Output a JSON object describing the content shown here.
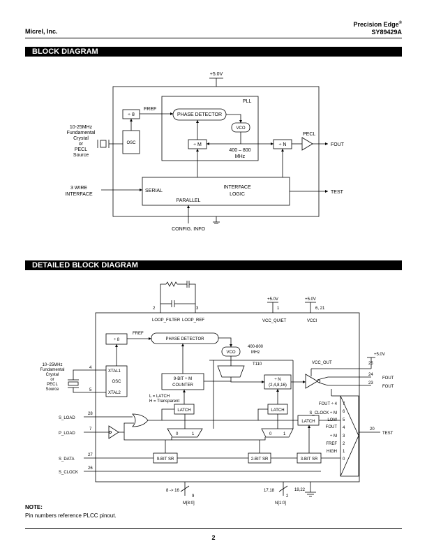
{
  "header": {
    "company": "Micrel, Inc.",
    "product_line": "Precision Edge",
    "registered_mark": "®",
    "part_number": "SY89429A"
  },
  "sections": {
    "block_title": "BLOCK DIAGRAM",
    "detailed_title": "DETAILED BLOCK DIAGRAM"
  },
  "block": {
    "supply": "+5.0V",
    "pll": "PLL",
    "fref": "FREF",
    "div8": "÷ 8",
    "phase_detector": "PHASE DETECTOR",
    "vco": "VCO",
    "divm": "÷ M",
    "vco_range_1": "400 – 800",
    "vco_range_2": "MHz",
    "divn": "÷ N",
    "pecl": "PECL",
    "fout": "FOUT",
    "osc": "OSC",
    "source_lines": [
      "10-25MHz",
      "Fundamental",
      "Crystal",
      "or",
      "PECL",
      "Source"
    ],
    "three_wire_1": "3 WIRE",
    "three_wire_2": "INTERFACE",
    "serial": "SERIAL",
    "interface_logic_1": "INTERFACE",
    "interface_logic_2": "LOGIC",
    "parallel": "PARALLEL",
    "test": "TEST",
    "config_info": "CONFIG. INFO"
  },
  "detailed": {
    "pin2": "2",
    "pin3": "3",
    "loop_filter": "LOOP_FILTER",
    "loop_ref": "LOOP_REF",
    "vcc_quiet_supply": "+5.0V",
    "vcc_quiet_pin": "1",
    "vcc_quiet": "VCC_QUIET",
    "vcci_supply": "+5.0V",
    "vcci_pins": "6, 21",
    "vcci": "VCCI",
    "fref": "FREF",
    "div8": "÷ 8",
    "phase_detector": "PHASE DETECTOR",
    "vco": "VCO",
    "vco_range_1": "400-800",
    "vco_range_2": "MHz",
    "t110": "T110",
    "source_lines": [
      "10–25MHz",
      "Fundamental",
      "Crystal",
      "or",
      "PECL",
      "Source"
    ],
    "pin4": "4",
    "pin5": "5",
    "xtal1": "XTAL1",
    "osc": "OSC",
    "xtal2": "XTAL2",
    "counter_1": "9-BIT ÷ M",
    "counter_2": "COUNTER",
    "latch_legend_1": "L = LATCH",
    "latch_legend_2": "H = Transparent",
    "divn_1": "÷ N",
    "divn_2": "(2,4,8,16)",
    "vcc_out": "VCC_OUT",
    "vcc_out_supply": "+5.0V",
    "vcc_out_pin": "25",
    "fout_pin": "24",
    "fout": "FOUT",
    "fout_b_pin": "23",
    "fout_b": "FOUT",
    "s_load_pin": "28",
    "s_load": "S_LOAD",
    "p_load_pin": "7",
    "p_load": "P_LOAD",
    "latch": "LATCH",
    "zero": "0",
    "one": "1",
    "mux_items": [
      "FOUT ÷ 4",
      "S_CLOCK ÷ M",
      "LOW",
      "FOUT",
      "÷ M",
      "FREF",
      "HIGH"
    ],
    "mux_nums": [
      "7",
      "6",
      "5",
      "4",
      "3",
      "2",
      "1",
      "0"
    ],
    "test_pin": "20",
    "test": "TEST",
    "s_data_pin": "27",
    "s_data": "S_DATA",
    "s_clock_pin": "26",
    "s_clock": "S_CLOCK",
    "sr9": "9-BIT SR",
    "sr2": "2-BIT SR",
    "sr3": "3-BIT SR",
    "m_pins": "8 -> 16",
    "m_bus": "9",
    "m_name": "M[8:0]",
    "n_pins": "17,18",
    "n_bus": "2",
    "n_name": "N[1:0]",
    "gnd_pins": "19,22"
  },
  "note": {
    "title": "NOTE:",
    "text": "Pin numbers reference PLCC pinout."
  },
  "footer": {
    "page": "2"
  }
}
